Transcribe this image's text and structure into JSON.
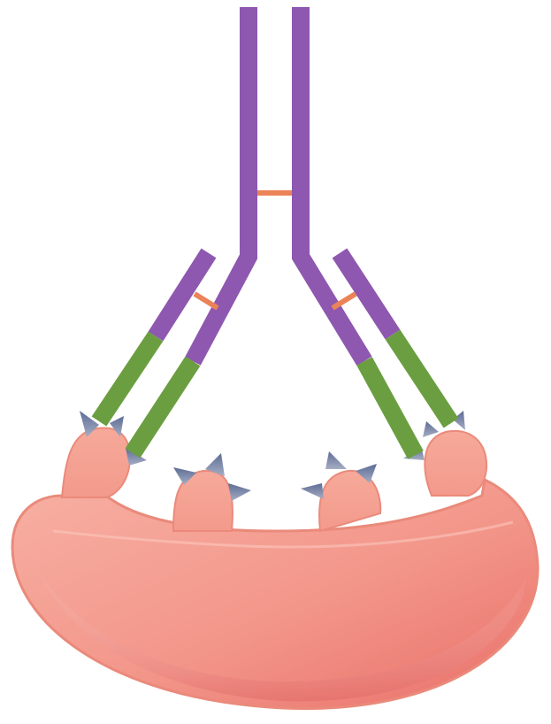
{
  "colors": {
    "heavy_chain": "#8e57b0",
    "light_chain_constant": "#8e57b0",
    "variable_region": "#6b9e40",
    "disulfide_bond": "#ec8358",
    "cell_body_light": "#f6a89b",
    "cell_body_mid": "#f08a80",
    "cell_body_dark": "#e56f68",
    "cell_outline": "#e98878",
    "antigen_protrusion": "#f2a393",
    "epitope_spike": "#6f7ea0",
    "background": "#ffffff"
  },
  "parts": {
    "antibody": {
      "heavy_chains": 2,
      "light_chains": 2,
      "disulfide_bonds": 3,
      "antigen_binding_sites": 2
    },
    "cell": {
      "surface_antigens": 4,
      "antigens_bound": 2
    }
  }
}
